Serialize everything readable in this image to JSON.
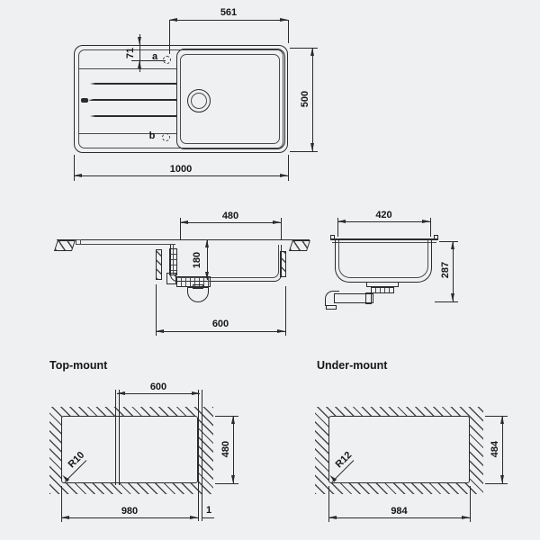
{
  "drawing": {
    "top_view": {
      "dim_hole_to_edge": "561",
      "dim_hole_from_top": "71",
      "dim_length": "1000",
      "dim_width": "500",
      "hole_a_label": "a",
      "hole_b_label": "b"
    },
    "side_section": {
      "dim_bowl_width": "480",
      "dim_bowl_depth": "180",
      "dim_cabinet_width": "600"
    },
    "end_section": {
      "dim_bowl_width": "420",
      "dim_total_height": "287"
    },
    "top_mount": {
      "title": "Top-mount",
      "dim_cabinet": "600",
      "corner_radius": "R10",
      "dim_cutout_height": "480",
      "dim_cutout_width": "980",
      "dim_edge_gap": "1"
    },
    "under_mount": {
      "title": "Under-mount",
      "corner_radius": "R12",
      "dim_cutout_width": "984",
      "dim_cutout_height": "484"
    }
  }
}
